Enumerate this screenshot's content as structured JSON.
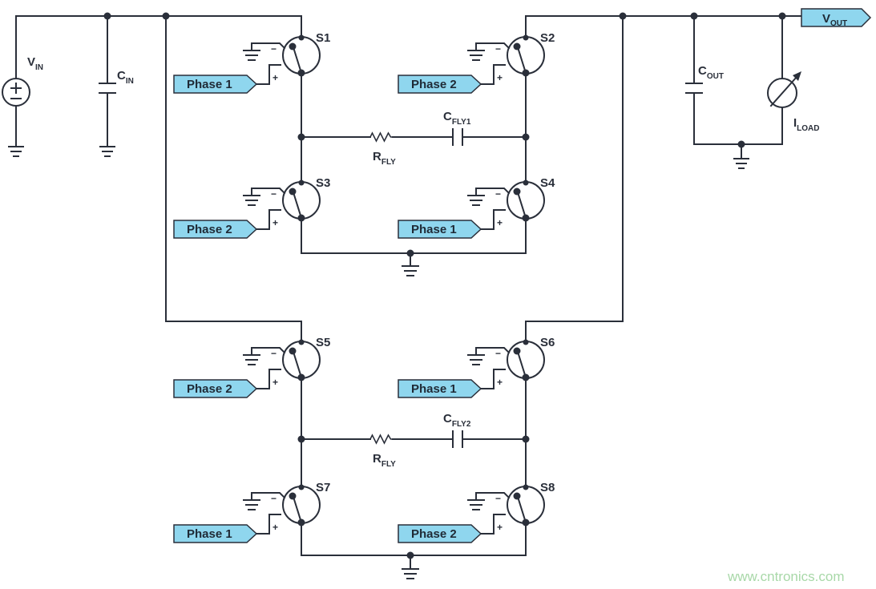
{
  "vin_label": "V",
  "vin_sub": "IN",
  "cin_label": "C",
  "cin_sub": "IN",
  "cout_label": "C",
  "cout_sub": "OUT",
  "iload_label": "I",
  "iload_sub": "LOAD",
  "vout_label": "V",
  "vout_sub": "OUT",
  "rfly_label": "R",
  "rfly_sub": "FLY",
  "cfly1_label": "C",
  "cfly1_sub": "FLY1",
  "cfly2_label": "C",
  "cfly2_sub": "FLY2",
  "switches": [
    "S1",
    "S2",
    "S3",
    "S4",
    "S5",
    "S6",
    "S7",
    "S8"
  ],
  "switch_phases": [
    "Phase 1",
    "Phase 2",
    "Phase 2",
    "Phase 1",
    "Phase 2",
    "Phase 1",
    "Phase 1",
    "Phase 2"
  ],
  "comparator_minus": "−",
  "comparator_plus": "+",
  "watermark": "www.cntronics.com",
  "colors": {
    "tag_fill": "#8fd6ee",
    "wire": "#2a2f3a",
    "watermark": "#a8d8a8"
  }
}
